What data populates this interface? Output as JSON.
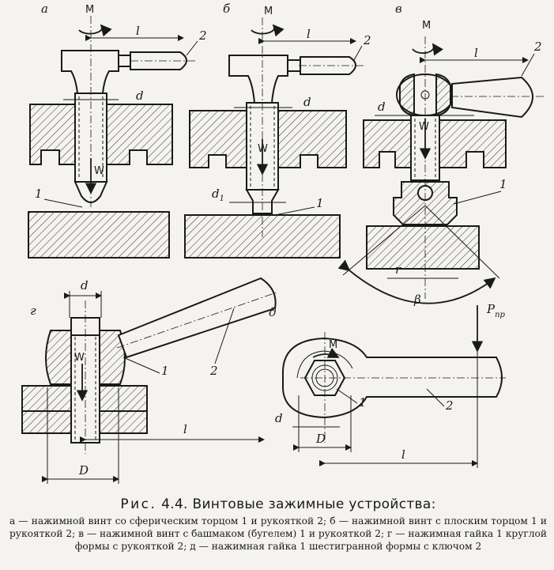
{
  "panels": {
    "a": {
      "letter": "а",
      "moment": "M",
      "length": "l",
      "num_handle": "2",
      "diameter": "d",
      "force": "W",
      "num_tip": "1"
    },
    "b": {
      "letter": "б",
      "moment": "M",
      "length": "l",
      "num_handle": "2",
      "diameter": "d",
      "force": "W",
      "diameter1": "d",
      "diameter1_sub": "1",
      "num_tip": "1"
    },
    "v": {
      "letter": "в",
      "moment": "M",
      "length": "l",
      "num_handle": "2",
      "diameter": "d",
      "force": "W",
      "num_shoe": "1",
      "radius": "r",
      "angle": "β"
    },
    "g": {
      "letter": "г",
      "diameter": "d",
      "force": "W",
      "num_nut": "1",
      "num_handle": "2",
      "length": "l",
      "outer_diameter": "D"
    },
    "d": {
      "letter": "д",
      "force": "P",
      "force_sub": "пр",
      "moment": "M",
      "num_nut": "1",
      "num_key": "2",
      "diameter": "d",
      "outer_diameter": "D",
      "length": "l"
    }
  },
  "caption": {
    "prefix": "Рис.",
    "number": "4.4.",
    "title": "Винтовые зажимные устройства:",
    "text": "а — нажимной винт со сферическим торцом 1 и рукояткой 2; б — нажимной винт с плоским торцом 1 и рукояткой 2; в — нажимной винт с башмаком (бугелем) 1 и рукояткой 2; г — нажимная гайка 1 круглой формы с рукояткой 2; д — нажимная гайка 1 шестигранной формы с ключом 2"
  }
}
